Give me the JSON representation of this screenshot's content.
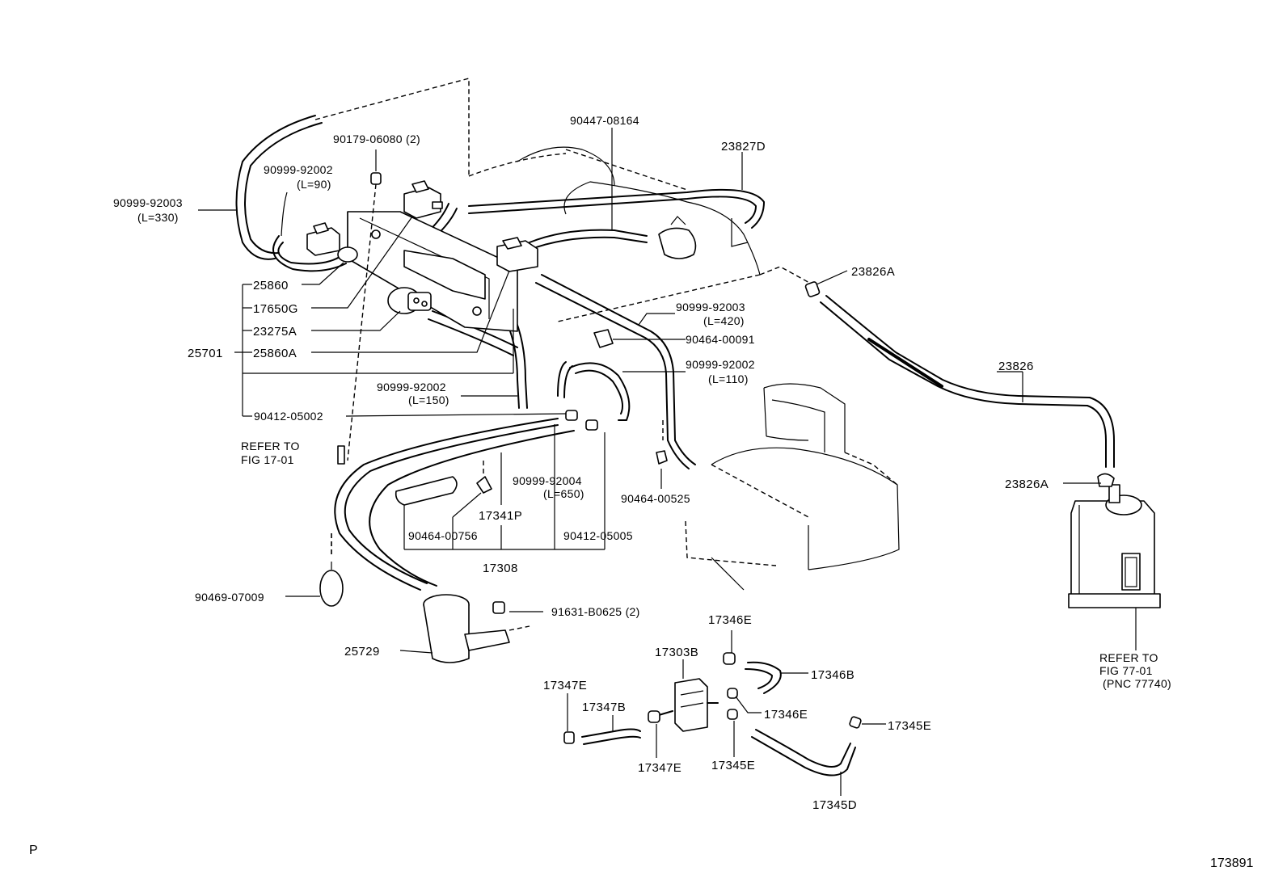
{
  "labels": {
    "l_90179_06080": "90179-06080 (2)",
    "l_90999_92002_a": "90999-92002",
    "l_L90": "(L=90)",
    "l_90999_92003_a": "90999-92003",
    "l_L330": "(L=330)",
    "l_90447_08164": "90447-08164",
    "l_23827D": "23827D",
    "l_23826A_top": "23826A",
    "l_25860": "25860",
    "l_17650G": "17650G",
    "l_23275A": "23275A",
    "l_25701": "25701",
    "l_25860A": "25860A",
    "l_90999_92003_b": "90999-92003",
    "l_L420": "(L=420)",
    "l_90464_00091": "90464-00091",
    "l_90999_92002_b": "90999-92002",
    "l_L110": "(L=110)",
    "l_90999_92002_c": "90999-92002",
    "l_L150": "(L=150)",
    "l_90412_05002": "90412-05002",
    "l_refer_to_a": "REFER TO",
    "l_fig_17_01": "FIG 17-01",
    "l_23826": "23826",
    "l_23826A_bot": "23826A",
    "l_90999_92004": "90999-92004",
    "l_L650": "(L=650)",
    "l_90464_00525": "90464-00525",
    "l_17341P": "17341P",
    "l_90464_00756": "90464-00756",
    "l_90412_05005": "90412-05005",
    "l_17308": "17308",
    "l_90469_07009": "90469-07009",
    "l_91631_B0625": "91631-B0625 (2)",
    "l_25729": "25729",
    "l_17346E_top": "17346E",
    "l_17303B": "17303B",
    "l_17346B": "17346B",
    "l_17347E_top": "17347E",
    "l_17347B": "17347B",
    "l_17346E_mid": "17346E",
    "l_17345E_right": "17345E",
    "l_17347E_bot": "17347E",
    "l_17345E_bot": "17345E",
    "l_17345D": "17345D",
    "l_refer_to_b": "REFER TO",
    "l_fig_77_01": "FIG 77-01",
    "l_pnc_77740": "(PNC 77740)"
  },
  "corner": {
    "left_mark": "P",
    "figure_number": "173891"
  }
}
